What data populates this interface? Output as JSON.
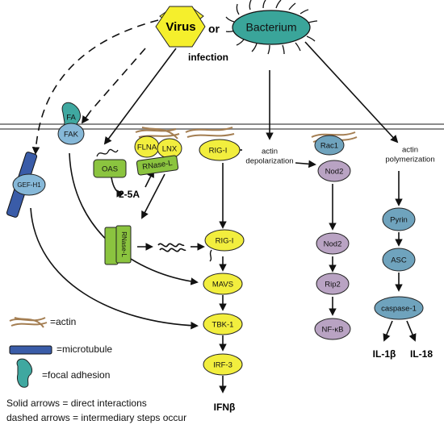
{
  "top": {
    "virus": "Virus",
    "or": "or",
    "bacterium": "Bacterium",
    "infection": "infection"
  },
  "nodes": {
    "fa": "FA",
    "fak": "FAK",
    "gef_h1": "GEF-H1",
    "oas": "OAS",
    "flna": "FLNA",
    "lnx": "LNX",
    "rnase_l_top": "RNase-L",
    "two_5a": "2-5A",
    "rig_i_top": "RIG-I",
    "rac1": "Rac1",
    "nod2_top": "Nod2",
    "rnase_l_bottom": "RNase-L",
    "rig_i": "RIG-I",
    "mavs": "MAVS",
    "tbk1": "TBK-1",
    "irf3": "IRF-3",
    "ifnb": "IFNβ",
    "nod2": "Nod2",
    "rip2": "Rip2",
    "nfkb": "NF-κB",
    "pyrin": "Pyrin",
    "asc": "ASC",
    "caspase1": "caspase-1",
    "il1b": "IL-1β",
    "il18": "IL-18"
  },
  "annotations": {
    "actin_depol_1": "actin",
    "actin_depol_2": "depolarization",
    "actin_pol_1": "actin",
    "actin_pol_2": "polymerization"
  },
  "legend": {
    "actin": "=actin",
    "microtubule": "=microtubule",
    "focal_adhesion": "=focal adhesion",
    "solid_note": "Solid arrows = direct interactions",
    "dashed_note": "dashed arrows = intermediary steps occur"
  },
  "colors": {
    "yellow": "#f2ee3e",
    "teal": "#3fa8a0",
    "blue": "#86b8d8",
    "green": "#8bc43f",
    "purple": "#b9a3c3",
    "steel_blue": "#6fa3bd",
    "microtubule": "#3a5ca8",
    "actin": "#b08a5c",
    "membrane": "#888888"
  }
}
